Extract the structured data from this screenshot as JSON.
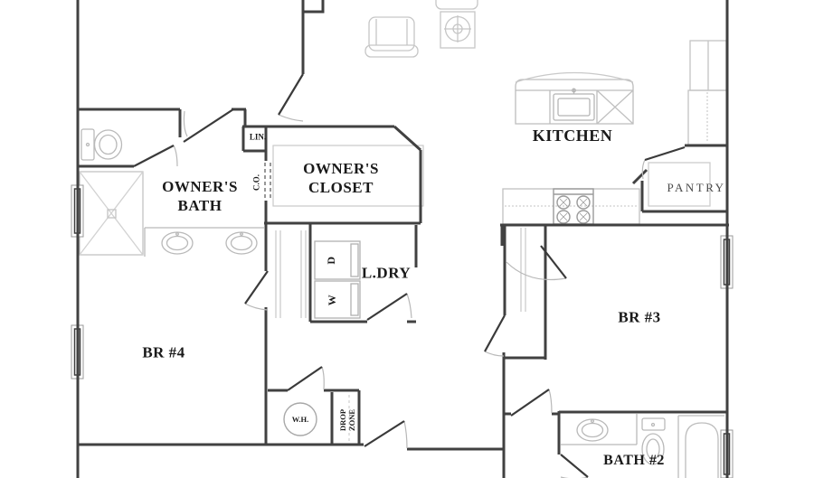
{
  "colors": {
    "background": "#ffffff",
    "wall": "#414141",
    "door_leaf": "#3a3a3a",
    "swing_arc": "#b8b8b8",
    "fixture_line": "#b9b9b9",
    "furniture_line": "#c6c6c6",
    "label_text": "#1a1a1a",
    "pantry_text": "#4a4a4a"
  },
  "rooms": {
    "owners_bath": {
      "line1": "OWNER'S",
      "line2": "BATH"
    },
    "owners_closet": {
      "line1": "OWNER'S",
      "line2": "CLOSET"
    },
    "kitchen": {
      "label": "KITCHEN"
    },
    "pantry": {
      "label": "PANTRY"
    },
    "laundry": {
      "label": "L.DRY"
    },
    "bedroom4": {
      "label": "BR #4"
    },
    "bedroom3": {
      "label": "BR #3"
    },
    "bath2": {
      "label": "BATH #2"
    }
  },
  "annotations": {
    "linen_closet": "LIN.",
    "cased_opening": "C.O.",
    "dryer": "D",
    "washer": "W",
    "water_heater": "W.H.",
    "drop_zone_line1": "DROP",
    "drop_zone_line2": "ZONE"
  },
  "fixtures": [
    "toilet",
    "walk-in-shower",
    "double-vanity-sinks",
    "linen-shelves",
    "washer",
    "dryer",
    "water-heater",
    "drop-zone-bench",
    "kitchen-island-sink",
    "dishwasher",
    "range",
    "refrigerator",
    "pantry-shelves",
    "bathtub",
    "bath2-vanity-sink",
    "bath2-toilet",
    "armchair",
    "side-table",
    "windows",
    "door-swings",
    "closet-shelves"
  ]
}
